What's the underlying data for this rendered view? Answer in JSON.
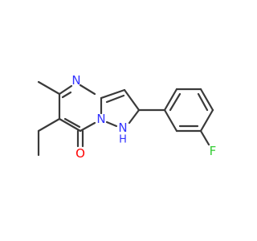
{
  "molecule": {
    "atoms": [
      {
        "id": "n4",
        "label": "N",
        "color": "#3333ff"
      },
      {
        "id": "n7a",
        "label": "N",
        "color": "#3333ff"
      },
      {
        "id": "n1",
        "label": "N",
        "color": "#3333ff"
      },
      {
        "id": "n1h",
        "label": "H",
        "color": "#3333ff"
      },
      {
        "id": "o",
        "label": "O",
        "color": "#ff0000"
      },
      {
        "id": "f",
        "label": "F",
        "color": "#33cc33"
      }
    ],
    "bond_color": "#3a3a3a"
  }
}
